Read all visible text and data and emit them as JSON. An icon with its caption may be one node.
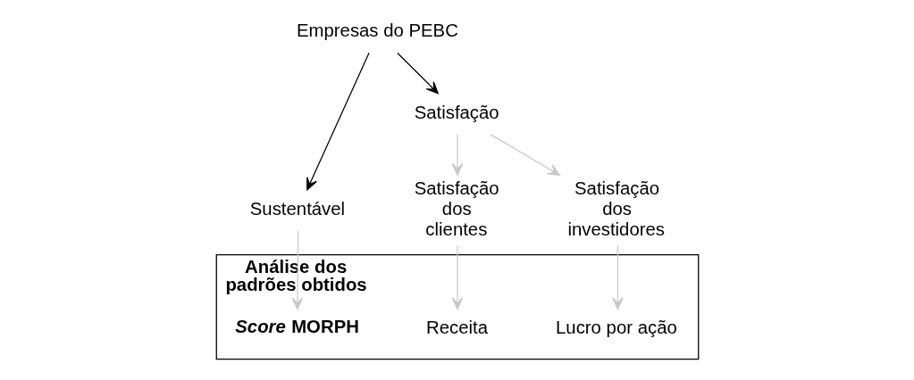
{
  "diagram": {
    "nodes": [
      {
        "text": [
          "Empresas do PEBC"
        ]
      },
      {
        "text": [
          "Sustentável"
        ]
      },
      {
        "text": [
          "Satisfação"
        ]
      },
      {
        "text": [
          "Satisfação dos clientes"
        ]
      },
      {
        "text": [
          "Satisfação dos investidores"
        ]
      },
      {
        "text": [
          "Análise dos padrões obtidos"
        ]
      },
      {
        "text": [
          "*Score* MORPH"
        ],
        "in": 5
      },
      {
        "text": [
          "Receita"
        ],
        "in": 5
      },
      {
        "text": [
          "Lucro por ação"
        ],
        "in": 5
      }
    ],
    "edges": [
      {
        "from": 0,
        "to": 1,
        "arrow": "to",
        "color": "#000000"
      },
      {
        "from": 0,
        "to": 2,
        "arrow": "to",
        "color": "#000000"
      },
      {
        "from": 1,
        "to": 6,
        "arrow": "to"
      },
      {
        "from": 2,
        "to": 3,
        "arrow": "to"
      },
      {
        "from": 2,
        "to": 4,
        "arrow": "to"
      },
      {
        "from": 3,
        "to": 7,
        "arrow": "to"
      },
      {
        "from": 4,
        "to": 8,
        "arrow": "to"
      }
    ]
  }
}
